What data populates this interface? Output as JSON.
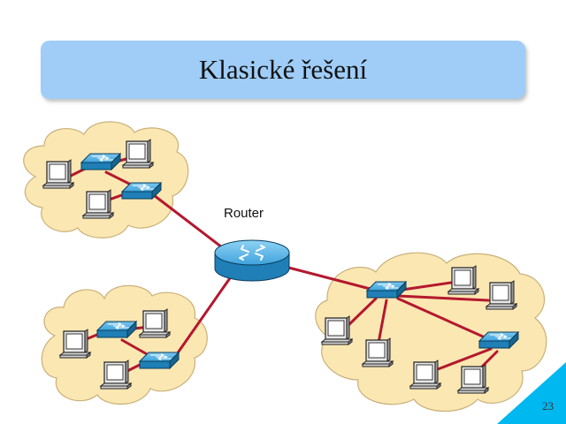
{
  "slide": {
    "title": "Klasické řešení",
    "page_number": "23"
  },
  "diagram": {
    "router_label": "Router",
    "colors": {
      "cloud_fill": "#fbe7b2",
      "link": "#b4182e",
      "device_blue": "#2c93cc",
      "title_bg": "#9fcdf7",
      "corner": "#00b8f0"
    },
    "node_icons": [
      "router-icon",
      "switch-icon",
      "computer-icon",
      "cloud-icon"
    ]
  }
}
